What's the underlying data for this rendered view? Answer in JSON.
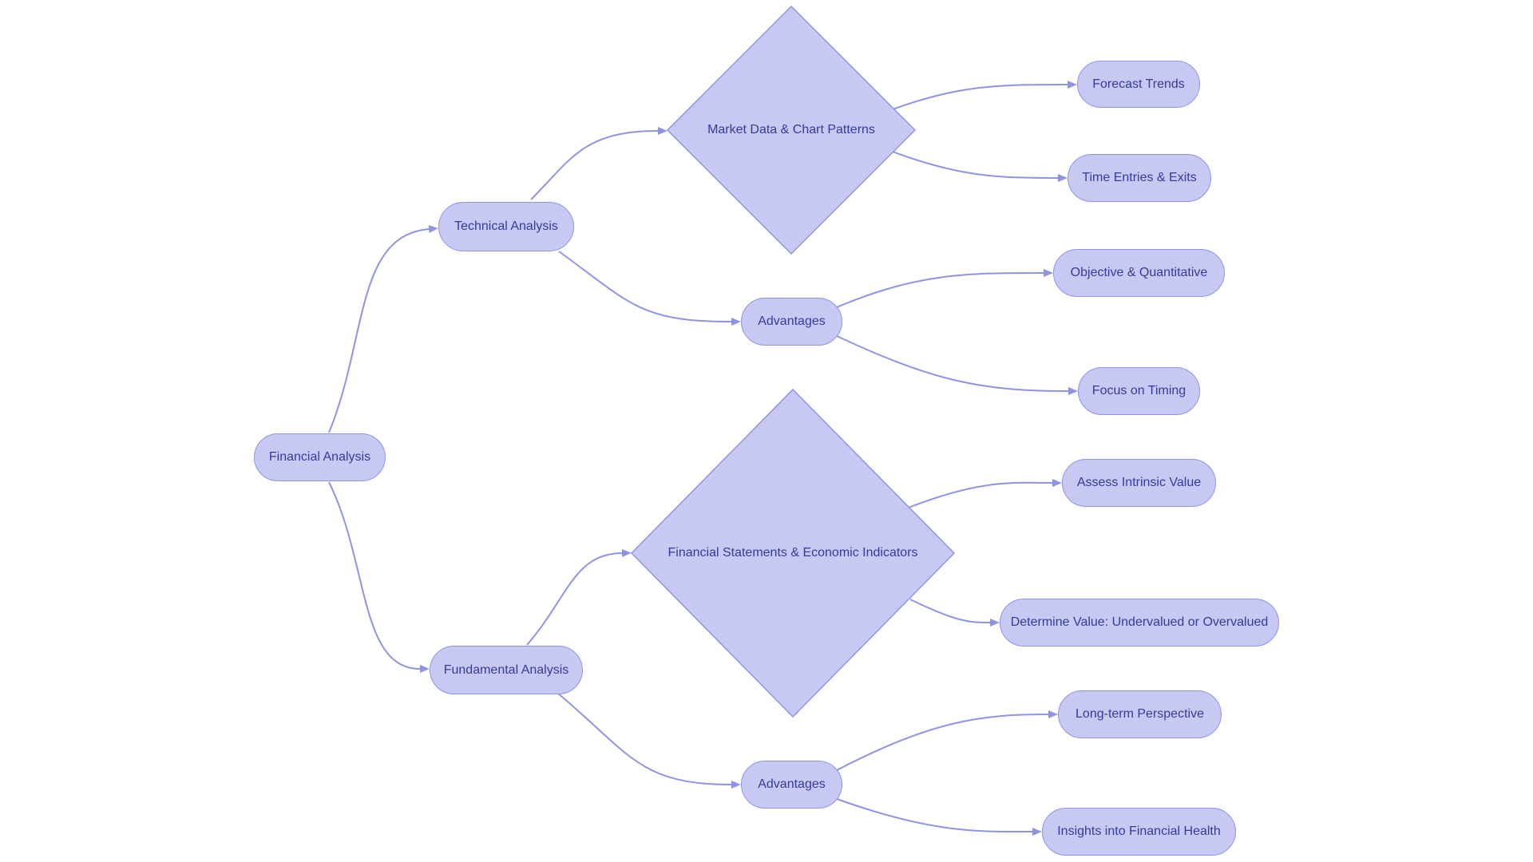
{
  "diagram": {
    "type": "flowchart",
    "direction": "left-to-right"
  },
  "colors": {
    "background": "#ffffff",
    "node_fill": "#c7c9f3",
    "node_border": "#8f93ec",
    "node_text": "#353a9e",
    "edge_line": "#8f93e4"
  },
  "nodes": {
    "financial_analysis": {
      "label": "Financial Analysis",
      "shape": "stadium"
    },
    "technical_analysis": {
      "label": "Technical Analysis",
      "shape": "stadium"
    },
    "market_data": {
      "label": "Market Data & Chart Patterns",
      "shape": "diamond"
    },
    "forecast_trends": {
      "label": "Forecast Trends",
      "shape": "stadium"
    },
    "time_entries_exits": {
      "label": "Time Entries & Exits",
      "shape": "stadium"
    },
    "advantages_technical": {
      "label": "Advantages",
      "shape": "stadium"
    },
    "objective_quantitative": {
      "label": "Objective & Quantitative",
      "shape": "stadium"
    },
    "focus_on_timing": {
      "label": "Focus on Timing",
      "shape": "stadium"
    },
    "fundamental_analysis": {
      "label": "Fundamental Analysis",
      "shape": "stadium"
    },
    "financial_statements": {
      "label": "Financial Statements & Economic Indicators",
      "shape": "diamond"
    },
    "assess_intrinsic_value": {
      "label": "Assess Intrinsic Value",
      "shape": "stadium"
    },
    "determine_value": {
      "label": "Determine Value: Undervalued or Overvalued",
      "shape": "stadium"
    },
    "advantages_fundamental": {
      "label": "Advantages",
      "shape": "stadium"
    },
    "long_term_perspective": {
      "label": "Long-term Perspective",
      "shape": "stadium"
    },
    "insights_financial_health": {
      "label": "Insights into Financial Health",
      "shape": "stadium"
    }
  },
  "edges": [
    {
      "from": "financial_analysis",
      "to": "technical_analysis"
    },
    {
      "from": "financial_analysis",
      "to": "fundamental_analysis"
    },
    {
      "from": "technical_analysis",
      "to": "market_data"
    },
    {
      "from": "technical_analysis",
      "to": "advantages_technical"
    },
    {
      "from": "market_data",
      "to": "forecast_trends"
    },
    {
      "from": "market_data",
      "to": "time_entries_exits"
    },
    {
      "from": "advantages_technical",
      "to": "objective_quantitative"
    },
    {
      "from": "advantages_technical",
      "to": "focus_on_timing"
    },
    {
      "from": "fundamental_analysis",
      "to": "financial_statements"
    },
    {
      "from": "fundamental_analysis",
      "to": "advantages_fundamental"
    },
    {
      "from": "financial_statements",
      "to": "assess_intrinsic_value"
    },
    {
      "from": "financial_statements",
      "to": "determine_value"
    },
    {
      "from": "advantages_fundamental",
      "to": "long_term_perspective"
    },
    {
      "from": "advantages_fundamental",
      "to": "insights_financial_health"
    }
  ]
}
